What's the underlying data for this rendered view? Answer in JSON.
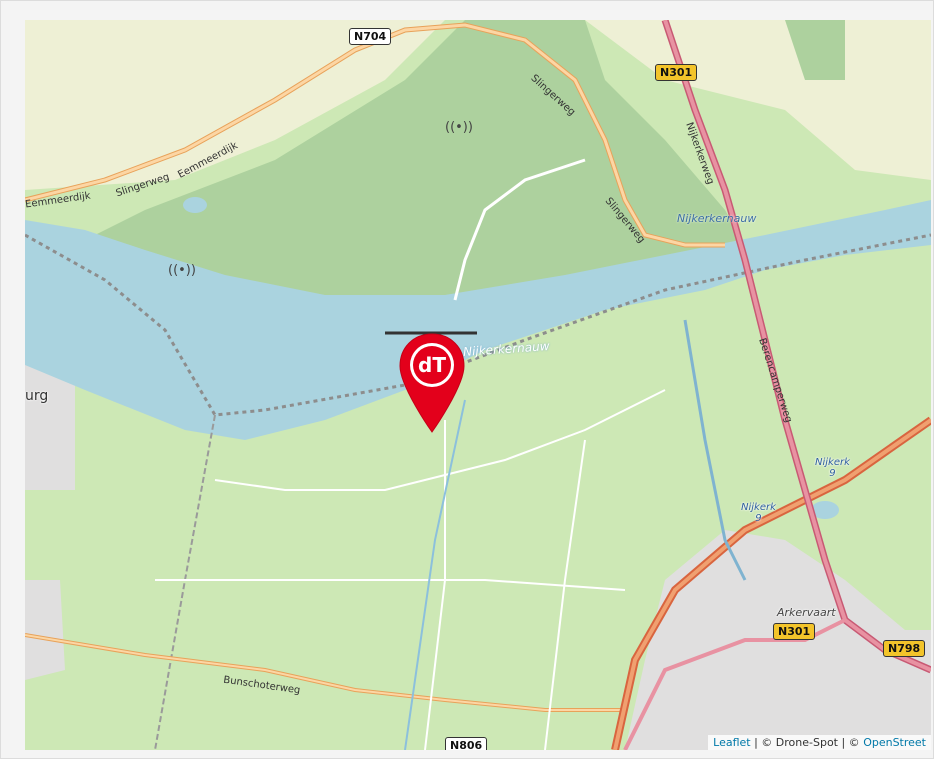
{
  "map": {
    "colors": {
      "land": "#cde8b5",
      "forest": "#add19e",
      "farmland": "#eef0d5",
      "water": "#aad3df",
      "residential": "#e0dfdf",
      "motorway": "#e892a2",
      "trunk": "#f9b29c",
      "primary": "#fcd6a4",
      "marker": "#e3001b"
    },
    "road_shields": [
      {
        "ref": "N704",
        "style": "white"
      },
      {
        "ref": "N301",
        "style": "yellow"
      },
      {
        "ref": "N301",
        "style": "yellow"
      },
      {
        "ref": "N798",
        "style": "yellow"
      },
      {
        "ref": "N806",
        "style": "white"
      }
    ],
    "road_names": [
      "Slingerweg",
      "Slingerweg",
      "Slingerweg",
      "Eemmeerdijk",
      "Eemmeerdijk",
      "Nijkerkerweg",
      "Berencamperweg",
      "Bunschoterweg"
    ],
    "water_labels": [
      "Nijkerkernauw",
      "Nijkerkernauw"
    ],
    "places": [
      "Arkervaart",
      "urg"
    ],
    "junctions": [
      {
        "name": "Nijkerk",
        "number": "9"
      },
      {
        "name": "Nijkerk",
        "number": "9"
      }
    ],
    "marker_icon": "drone-spot-marker-icon",
    "marker_text": "dT"
  },
  "attribution": {
    "leaflet": "Leaflet",
    "sep1": " | © Drone-Spot | © ",
    "osm": "OpenStreet"
  }
}
